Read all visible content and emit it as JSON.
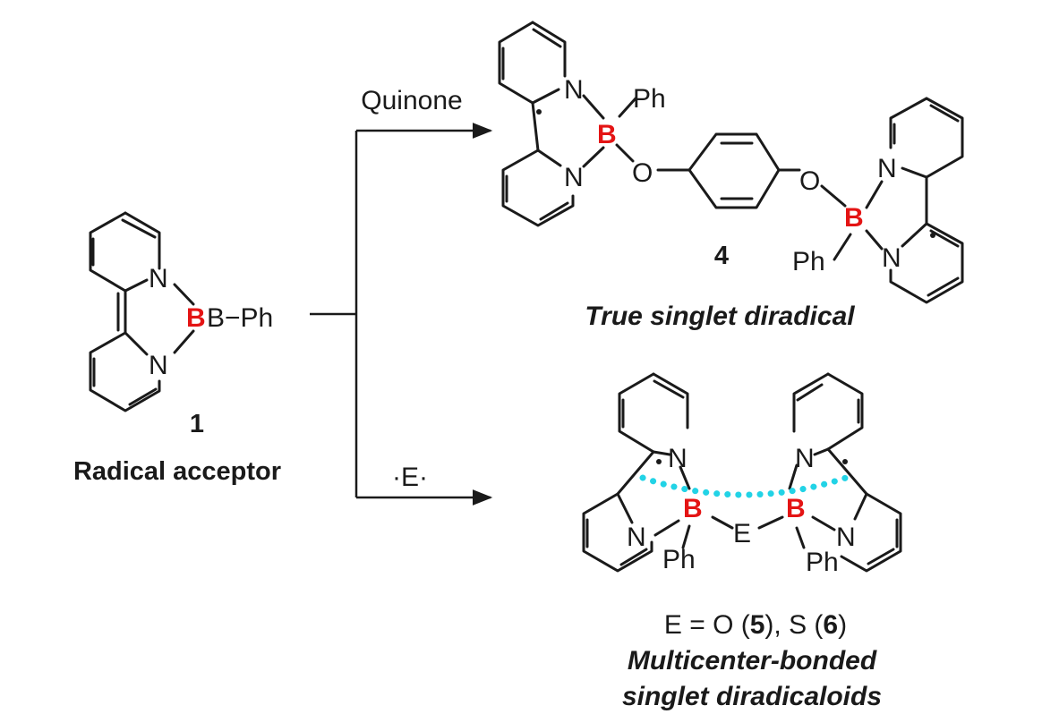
{
  "atoms": {
    "N": "N",
    "B": "B",
    "O": "O",
    "E": "E",
    "Ph": "Ph",
    "bph": "B−Ph"
  },
  "reagents": {
    "quinone": "Quinone",
    "chalcogen": "·E·"
  },
  "compounds": {
    "c1": {
      "number": "1",
      "caption": "Radical acceptor"
    },
    "c4": {
      "number": "4",
      "caption": "True singlet diradical"
    },
    "c56": {
      "definition_prefix": "E = O (",
      "n5": "5",
      "definition_mid": "), S (",
      "n6": "6",
      "definition_suffix": ")",
      "caption_line1": "Multicenter-bonded",
      "caption_line2": "singlet diradicaloids"
    }
  },
  "colors": {
    "boron": "#e41414",
    "bonds": "#1a1a1a",
    "multicenter_bond": "#22d3e6"
  }
}
